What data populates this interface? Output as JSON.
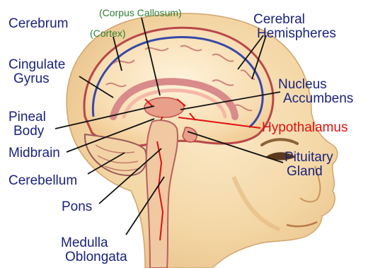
{
  "colors": {
    "label": "#1a237e",
    "highlight_label": "#e01010",
    "green_label": "#2e7d32",
    "pointer": "#111111",
    "highlight_pointer": "#e01010"
  },
  "labels": {
    "cerebrum": "Cerebrum",
    "corpus_callosum": "(Corpus Callosum)",
    "cortex": "(Cortex)",
    "cerebral_hemispheres_1": "Cerebral",
    "cerebral_hemispheres_2": "Hemispheres",
    "cingulate_gyrus_1": "Cingulate",
    "cingulate_gyrus_2": "Gyrus",
    "nucleus_accumbens_1": "Nucleus",
    "nucleus_accumbens_2": "Accumbens",
    "pineal_body_1": "Pineal",
    "pineal_body_2": "Body",
    "hypothalamus": "Hypothalamus",
    "midbrain": "Midbrain",
    "pituitary_gland_1": "Pituitary",
    "pituitary_gland_2": "Gland",
    "cerebellum": "Cerebellum",
    "pons": "Pons",
    "medulla_oblongata_1": "Medulla",
    "medulla_oblongata_2": "Oblongata"
  }
}
